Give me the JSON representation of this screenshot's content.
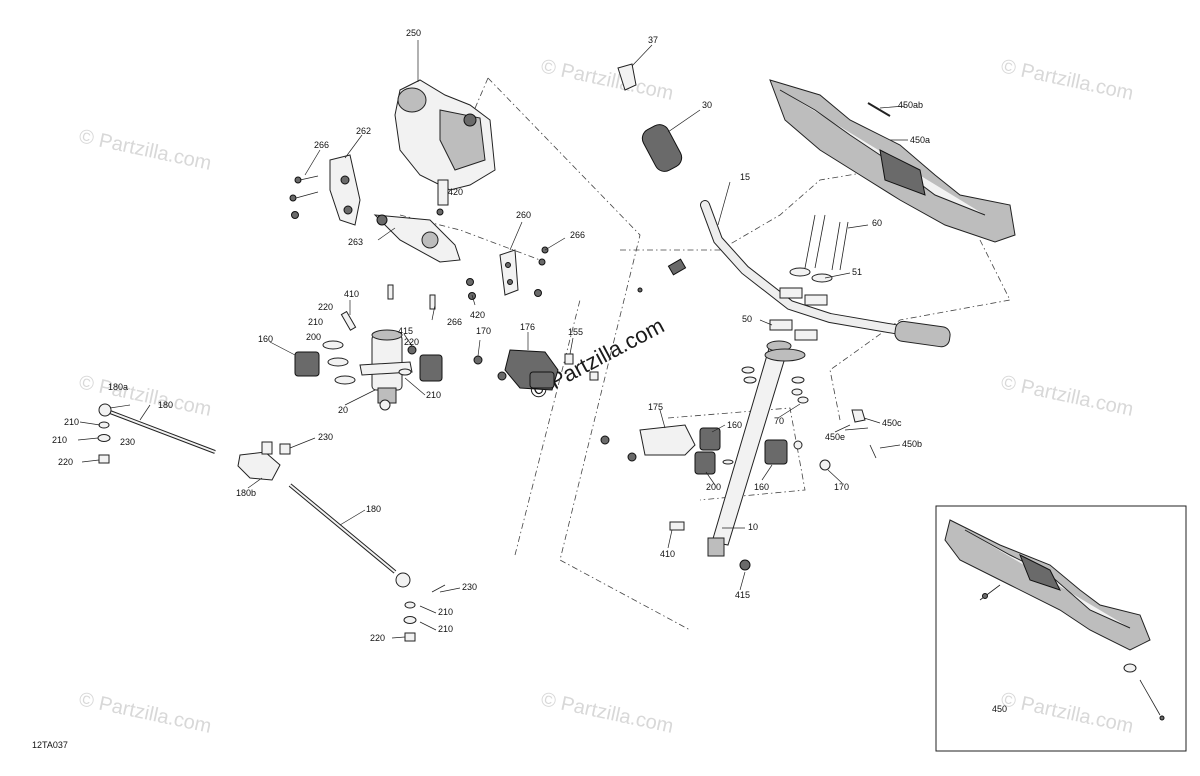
{
  "watermark": "© Partzilla.com",
  "diagram_ref": "12TA037",
  "inset_label": "450",
  "callouts": {
    "c250": "250",
    "c37": "37",
    "c30": "30",
    "c450ab": "450ab",
    "c450a": "450a",
    "c262": "262",
    "c266a": "266",
    "c420a": "420",
    "c15": "15",
    "c60": "60",
    "c263": "263",
    "c260": "260",
    "c266b": "266",
    "c51": "51",
    "c420b": "420",
    "c410a": "410",
    "c220a": "220",
    "c210a": "210",
    "c200a": "200",
    "c160a": "160",
    "c415a": "415",
    "c220b": "220",
    "c266c": "266",
    "c170a": "170",
    "c176": "176",
    "c155": "155",
    "c50": "50",
    "c210b": "210",
    "c20": "20",
    "c180a": "180a",
    "c180a2": "180",
    "c210c": "210",
    "c230a": "230",
    "c210d": "210",
    "c220c": "220",
    "c230b": "230",
    "c180b": "180b",
    "c175": "175",
    "c160b": "160",
    "c70": "70",
    "c450c": "450c",
    "c450e": "450e",
    "c450b": "450b",
    "c200b": "200",
    "c160c": "160",
    "c170b": "170",
    "c180c": "180",
    "c10": "10",
    "c410b": "410",
    "c415b": "415",
    "c230c": "230",
    "c210e": "210",
    "c210f": "210",
    "c220d": "220"
  }
}
